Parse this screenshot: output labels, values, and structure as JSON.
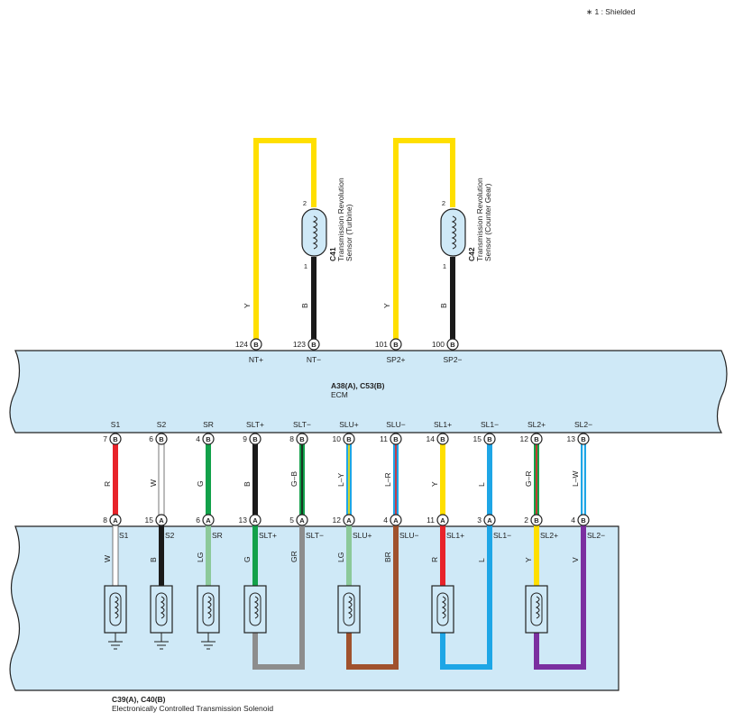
{
  "note": "∗ 1 : Shielded",
  "ecm": {
    "connector_title": "A38(A), C53(B)",
    "name": "ECM"
  },
  "solenoid_box": {
    "connector_title": "C39(A), C40(B)",
    "name": "Electronically Controlled Transmission Solenoid"
  },
  "sensors": [
    {
      "code": "C41",
      "line1": "Transmission Revolution",
      "line2": "Sensor (Turbine)",
      "pin_top": "2",
      "pin_bottom": "1"
    },
    {
      "code": "C42",
      "line1": "Transmission Revolution",
      "line2": "Sensor (Counter Gear)",
      "pin_top": "2",
      "pin_bottom": "1"
    }
  ],
  "ecm_top_terminals": [
    {
      "pin": "124",
      "conn": "B",
      "signal": "NT+",
      "wire": "Y"
    },
    {
      "pin": "123",
      "conn": "B",
      "signal": "NT−",
      "wire": "B"
    },
    {
      "pin": "101",
      "conn": "B",
      "signal": "SP2+",
      "wire": "Y"
    },
    {
      "pin": "100",
      "conn": "B",
      "signal": "SP2−",
      "wire": "B"
    }
  ],
  "ecm_bottom_terminals": [
    {
      "signal": "S1",
      "pin": "7",
      "conn": "B",
      "wire": "R",
      "sol_pin": "8",
      "sol_conn": "A",
      "sol_label": "S1",
      "sol_wire": "W"
    },
    {
      "signal": "S2",
      "pin": "6",
      "conn": "B",
      "wire": "W",
      "sol_pin": "15",
      "sol_conn": "A",
      "sol_label": "S2",
      "sol_wire": "B"
    },
    {
      "signal": "SR",
      "pin": "4",
      "conn": "B",
      "wire": "G",
      "sol_pin": "6",
      "sol_conn": "A",
      "sol_label": "SR",
      "sol_wire": "LG"
    },
    {
      "signal": "SLT+",
      "pin": "9",
      "conn": "B",
      "wire": "B",
      "sol_pin": "13",
      "sol_conn": "A",
      "sol_label": "SLT+",
      "sol_wire": "G"
    },
    {
      "signal": "SLT−",
      "pin": "8",
      "conn": "B",
      "wire": "G–B",
      "sol_pin": "5",
      "sol_conn": "A",
      "sol_label": "SLT−",
      "sol_wire": "GR"
    },
    {
      "signal": "SLU+",
      "pin": "10",
      "conn": "B",
      "wire": "L–Y",
      "sol_pin": "12",
      "sol_conn": "A",
      "sol_label": "SLU+",
      "sol_wire": "LG"
    },
    {
      "signal": "SLU−",
      "pin": "11",
      "conn": "B",
      "wire": "L–R",
      "sol_pin": "4",
      "sol_conn": "A",
      "sol_label": "SLU−",
      "sol_wire": "BR"
    },
    {
      "signal": "SL1+",
      "pin": "14",
      "conn": "B",
      "wire": "Y",
      "sol_pin": "11",
      "sol_conn": "A",
      "sol_label": "SL1+",
      "sol_wire": "R"
    },
    {
      "signal": "SL1−",
      "pin": "15",
      "conn": "B",
      "wire": "L",
      "sol_pin": "3",
      "sol_conn": "A",
      "sol_label": "SL1−",
      "sol_wire": "L"
    },
    {
      "signal": "SL2+",
      "pin": "12",
      "conn": "B",
      "wire": "G–R",
      "sol_pin": "2",
      "sol_conn": "B",
      "sol_label": "SL2+",
      "sol_wire": "Y"
    },
    {
      "signal": "SL2−",
      "pin": "13",
      "conn": "B",
      "wire": "L–W",
      "sol_pin": "4",
      "sol_conn": "B",
      "sol_label": "SL2−",
      "sol_wire": "V"
    }
  ],
  "colors": {
    "panel_fill": "#cfe9f7",
    "yellow": "#ffdf00",
    "black": "#1a1a1a",
    "red": "#e8232a",
    "green": "#12a14a",
    "light_green": "#8cc99a",
    "gray": "#8d8d8d",
    "brown": "#a0522d",
    "blue": "#1ea6e6",
    "violet": "#7b2fa0"
  }
}
